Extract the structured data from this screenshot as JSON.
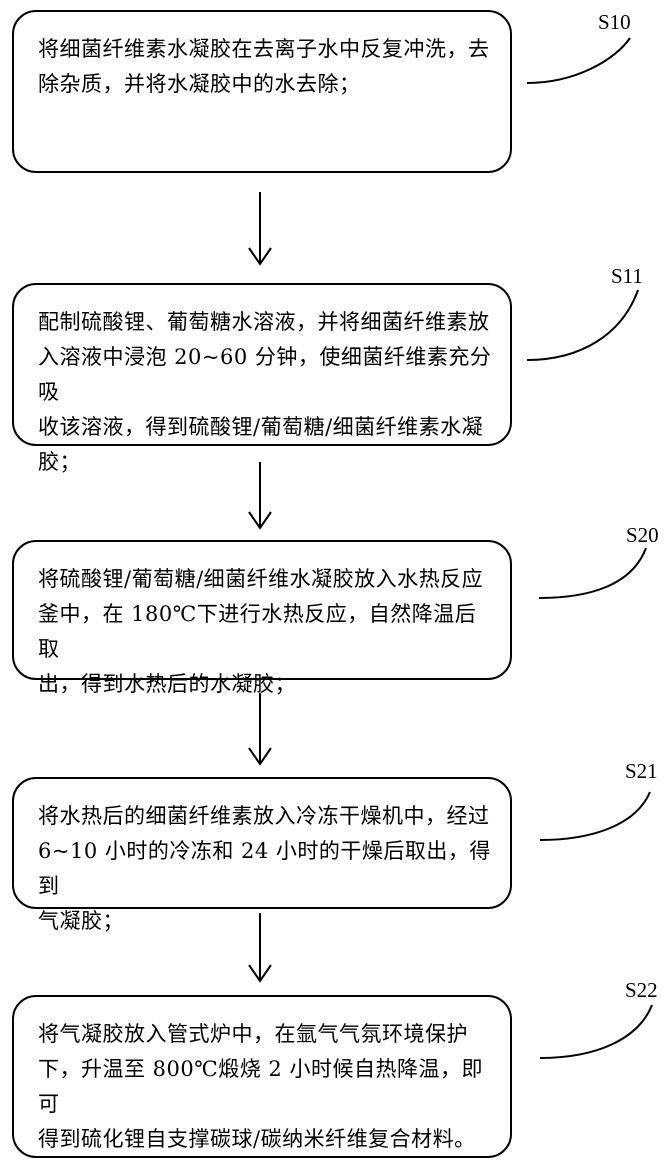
{
  "steps": [
    {
      "id": "S10",
      "text": "将细菌纤维素水凝胶在去离子水中反复冲洗，去\n除杂质，并将水凝胶中的水去除；"
    },
    {
      "id": "S11",
      "text": "配制硫酸锂、葡萄糖水溶液，并将细菌纤维素放\n入溶液中浸泡 20~60 分钟，使细菌纤维素充分吸\n收该溶液，得到硫酸锂/葡萄糖/细菌纤维素水凝\n胶；"
    },
    {
      "id": "S20",
      "text": "将硫酸锂/葡萄糖/细菌纤维水凝胶放入水热反应\n釜中，在 180℃下进行水热反应，自然降温后取\n出，得到水热后的水凝胶；"
    },
    {
      "id": "S21",
      "text": "将水热后的细菌纤维素放入冷冻干燥机中，经过\n6~10 小时的冷冻和 24 小时的干燥后取出，得到\n气凝胶；"
    },
    {
      "id": "S22",
      "text": "将气凝胶放入管式炉中，在氩气气氛环境保护\n下，升温至 800℃煅烧 2 小时候自热降温，即可\n得到硫化锂自支撑碳球/碳纳米纤维复合材料。"
    }
  ]
}
